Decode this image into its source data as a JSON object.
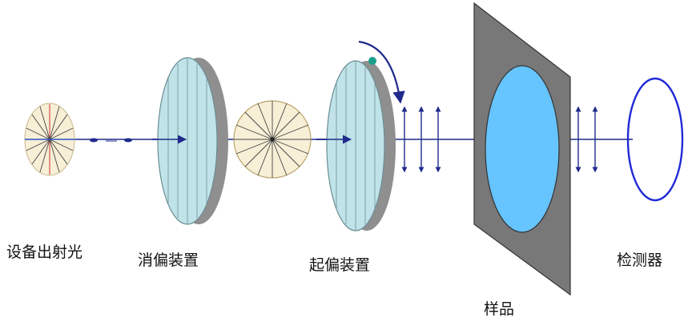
{
  "labels": {
    "source": "设备出射光",
    "depolarizer": "消偏装置",
    "polarizer": "起偏装置",
    "sample": "样品",
    "detector": "检测器"
  },
  "colors": {
    "beam": "#1f2a8c",
    "disc_fill": "#bfe3e8",
    "disc_edge": "#8f8f8f",
    "wave_fill": "#f7efd6",
    "sample_plate": "#787878",
    "sample_lens": "#66c4ff",
    "detector_ring": "#1f2ad6",
    "rotation_dot": "#1aa08a"
  }
}
